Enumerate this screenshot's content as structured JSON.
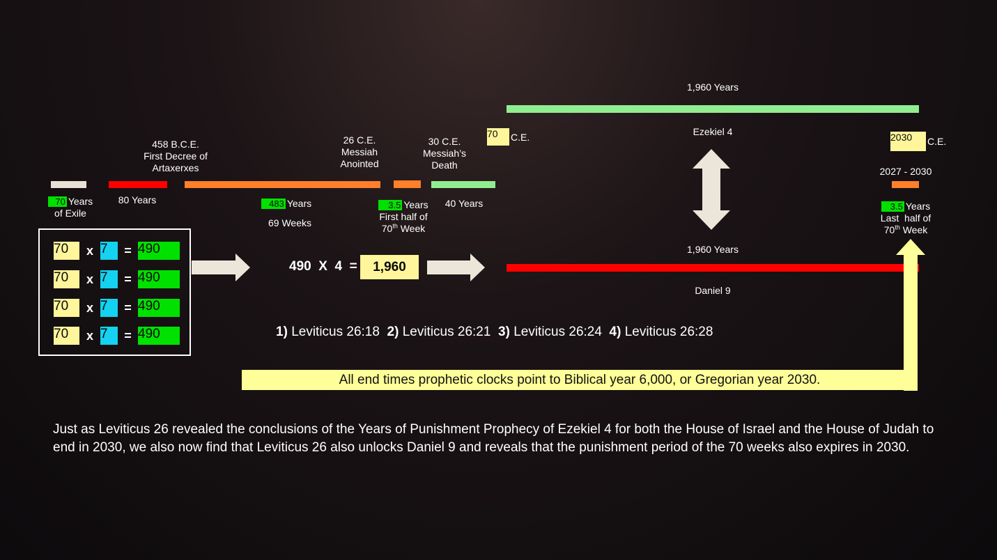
{
  "timeline": {
    "exile": {
      "number": "70",
      "unit": "Years",
      "label": "of Exile",
      "color": "#e8e2d6"
    },
    "eighty": {
      "label": "80 Years",
      "color": "#ff0000"
    },
    "decree": {
      "line1": "458 B.C.E.",
      "line2": "First Decree of",
      "line3": "Artaxerxes"
    },
    "weeks69": {
      "number": "483",
      "unit": "Years",
      "label": "69 Weeks",
      "color": "#ff7f2a"
    },
    "anointed": {
      "line1": "26 C.E.",
      "line2": "Messiah",
      "line3": "Anointed"
    },
    "first_half": {
      "number": "3.5",
      "unit": "Years",
      "line2": "First half of",
      "line3_pre": "70",
      "line3_sup": "th",
      "line3_post": " Week",
      "color": "#ff7f2a"
    },
    "death": {
      "line1": "30 C.E.",
      "line2": "Messiah’s",
      "line3": "Death"
    },
    "forty": {
      "label": "40 Years",
      "color": "#90ee90"
    },
    "ce70": {
      "number": "70",
      "suffix": "C.E."
    },
    "ce2030": {
      "number": "2030",
      "suffix": "C.E."
    },
    "range_2027": {
      "label": "2027 - 2030",
      "color": "#ff7f2a"
    },
    "last_half": {
      "number": "3.5",
      "unit": "Years",
      "line2": "Last  half of",
      "line3_pre": "70",
      "line3_sup": "th",
      "line3_post": " Week"
    }
  },
  "ezekiel": {
    "top_label": "1,960 Years",
    "name": "Ezekiel 4",
    "color": "#90ee90"
  },
  "daniel": {
    "top_label": "1,960 Years",
    "name": "Daniel 9",
    "color": "#ff0000"
  },
  "equations": [
    {
      "a": "70",
      "op": "x",
      "b": "7",
      "eq": "=",
      "result": "490"
    },
    {
      "a": "70",
      "op": "x",
      "b": "7",
      "eq": "=",
      "result": "490"
    },
    {
      "a": "70",
      "op": "x",
      "b": "7",
      "eq": "=",
      "result": "490"
    },
    {
      "a": "70",
      "op": "x",
      "b": "7",
      "eq": "=",
      "result": "490"
    }
  ],
  "multiply": {
    "expr": "490  X  4  =",
    "result": "1,960"
  },
  "references": [
    {
      "num": "1)",
      "text": "Leviticus 26:18"
    },
    {
      "num": "2)",
      "text": "Leviticus 26:21"
    },
    {
      "num": "3)",
      "text": "Leviticus 26:24"
    },
    {
      "num": "4)",
      "text": "Leviticus 26:28"
    }
  ],
  "banner": {
    "text": "All end times prophetic clocks point to Biblical year 6,000, or Gregorian year 2030.",
    "color": "#ffff99"
  },
  "paragraph": "Just as Leviticus 26 revealed the conclusions of the Years of Punishment Prophecy of Ezekiel 4 for both the House of Israel and the House of Judah to end in 2030, we also now find that Leviticus 26 also unlocks Daniel 9 and reveals that the punishment period of the 70 weeks also expires in 2030.",
  "colors": {
    "green_box": "#00e100",
    "yellow_box": "#fff59a",
    "cyan_box": "#14d2f0",
    "arrow": "#ece6da"
  }
}
